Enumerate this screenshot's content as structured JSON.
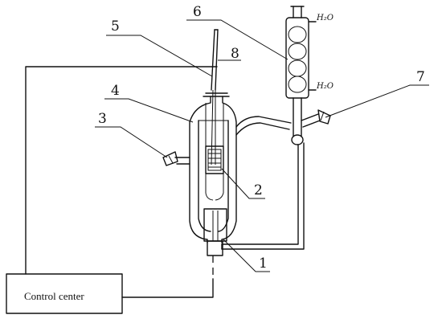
{
  "labels": {
    "part_1": "1",
    "part_2": "2",
    "part_3": "3",
    "part_4": "4",
    "part_5": "5",
    "part_6": "6",
    "part_7": "7",
    "part_8": "8",
    "water_in": "H₂O",
    "water_out": "H₂O"
  },
  "control_box": {
    "label": "Control center"
  }
}
